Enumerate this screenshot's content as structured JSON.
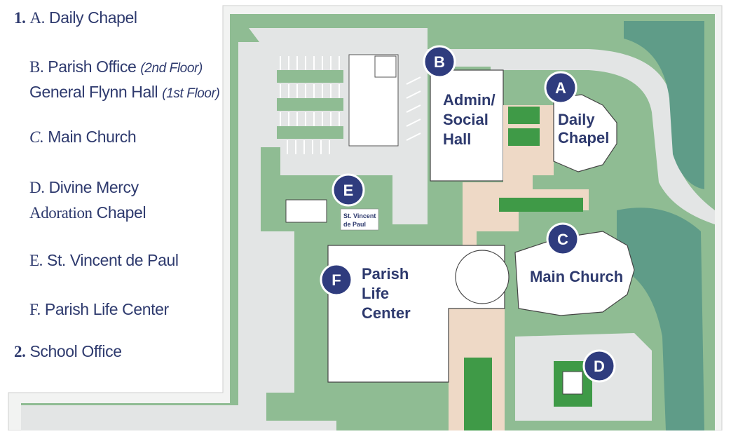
{
  "legend": {
    "item1_number": "1.",
    "item1_letter": "A.",
    "item1_name": "Daily Chapel",
    "itemB_letter": "B.",
    "itemB_name": "Parish Office",
    "itemB_note": "(2nd Floor)",
    "itemB_name2": "General Flynn Hall",
    "itemB_note2": "(1st Floor)",
    "itemC_letter": "C.",
    "itemC_name": "Main Church",
    "itemD_letter": "D.",
    "itemD_name": "Divine Mercy",
    "itemD_name2a": "Adoration",
    "itemD_name2b": "Chapel",
    "itemE_letter": "E.",
    "itemE_name": "St. Vincent de Paul",
    "itemF_letter": "F.",
    "itemF_name": "Parish Life Center",
    "item2_number": "2.",
    "item2_name": "School Office"
  },
  "map": {
    "markers": {
      "a": "A",
      "b": "B",
      "c": "C",
      "d": "D",
      "e": "E",
      "f": "F"
    },
    "admin_line1": "Admin/",
    "admin_line2": "Social",
    "admin_line3": "Hall",
    "chapel_line1": "Daily",
    "chapel_line2": "Chapel",
    "svdp_line1": "St. Vincent",
    "svdp_line2": "de Paul",
    "plc_line1": "Parish",
    "plc_line2": "Life",
    "plc_line3": "Center",
    "church_label": "Main Church"
  },
  "colors": {
    "legend_text": "#2e3a6e",
    "marker_fill": "#2f3c7e",
    "building_label": "#2e3a6e",
    "grass": "#8fbc93",
    "lawn_bright": "#3f9a47",
    "pavement": "#e3e5e5",
    "pond": "#5f9c88",
    "path": "#eed9c6"
  }
}
